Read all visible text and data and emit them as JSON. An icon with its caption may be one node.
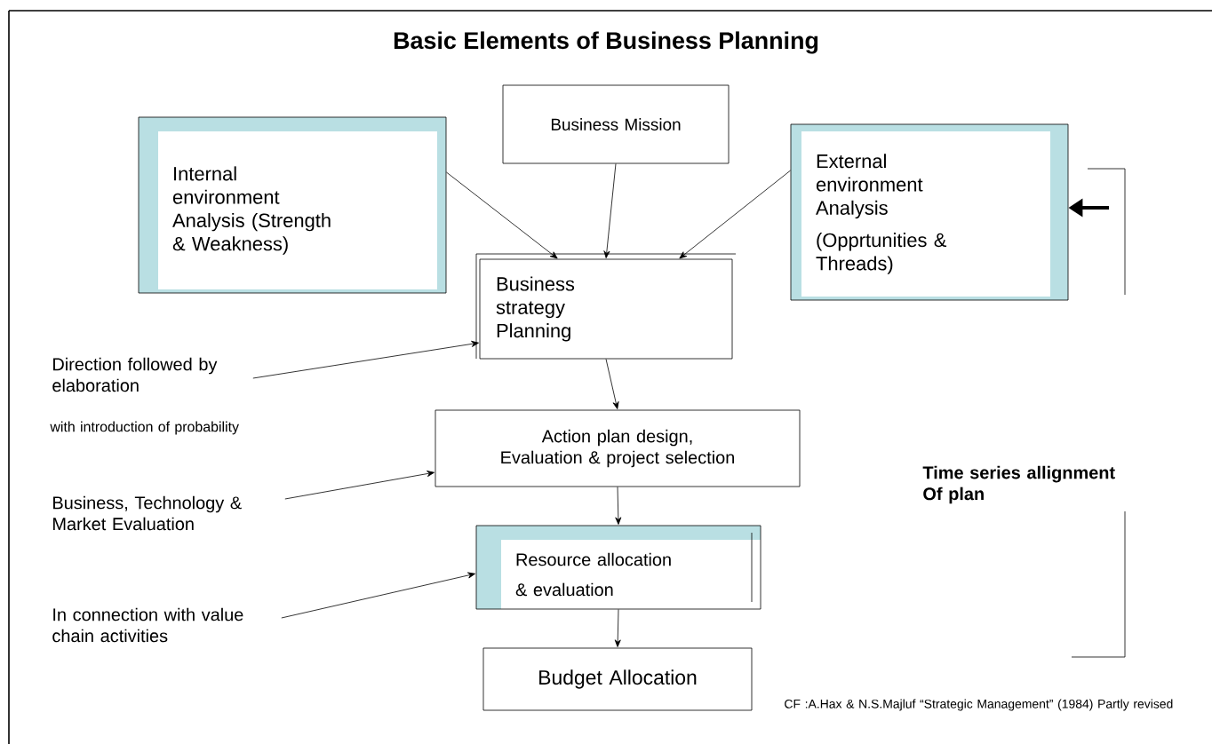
{
  "diagram": {
    "title": "Basic Elements of Business Planning",
    "nodes": [
      {
        "text": [
          "Internal environment Analysis (Strength & Weakness)"
        ]
      },
      {
        "text": [
          "Business Mission"
        ]
      },
      {
        "text": [
          "External environment Analysis",
          "(Opprtunities & Threads)"
        ]
      },
      {
        "text": [
          "Business strategy Planning"
        ]
      },
      {
        "text": [
          "Action plan design, Evaluation & project selection"
        ]
      },
      {
        "text": [
          "Resource allocation",
          "& evaluation"
        ]
      },
      {
        "text": [
          "Budget Allocation"
        ]
      },
      {
        "text": [
          "Direction followed by elaboration"
        ]
      },
      {
        "text": [
          "Business, Technology & Market Evaluation"
        ]
      },
      {
        "text": [
          "In connection with value chain activities"
        ]
      }
    ],
    "edges": [
      {
        "from": 0,
        "to": 3,
        "arrow": "to"
      },
      {
        "from": 1,
        "to": 3,
        "arrow": "to"
      },
      {
        "from": 2,
        "to": 3,
        "arrow": "to"
      },
      {
        "from": 3,
        "to": 4,
        "arrow": "to"
      },
      {
        "from": 4,
        "to": 5,
        "arrow": "to"
      },
      {
        "from": 5,
        "to": 6,
        "arrow": "to"
      },
      {
        "from": 7,
        "to": 3,
        "arrow": "to"
      },
      {
        "from": 8,
        "to": 4,
        "arrow": "to"
      },
      {
        "from": 9,
        "to": 5,
        "arrow": "to"
      },
      {
        "from": null,
        "to": 2,
        "arrow": "to",
        "style": "thick"
      }
    ],
    "labels": [
      "with introduction of probability",
      "Time series allignment Of plan",
      "CF :A.Hax & N.S.Majluf “Strategic Management” (1984) Partly revised"
    ]
  }
}
